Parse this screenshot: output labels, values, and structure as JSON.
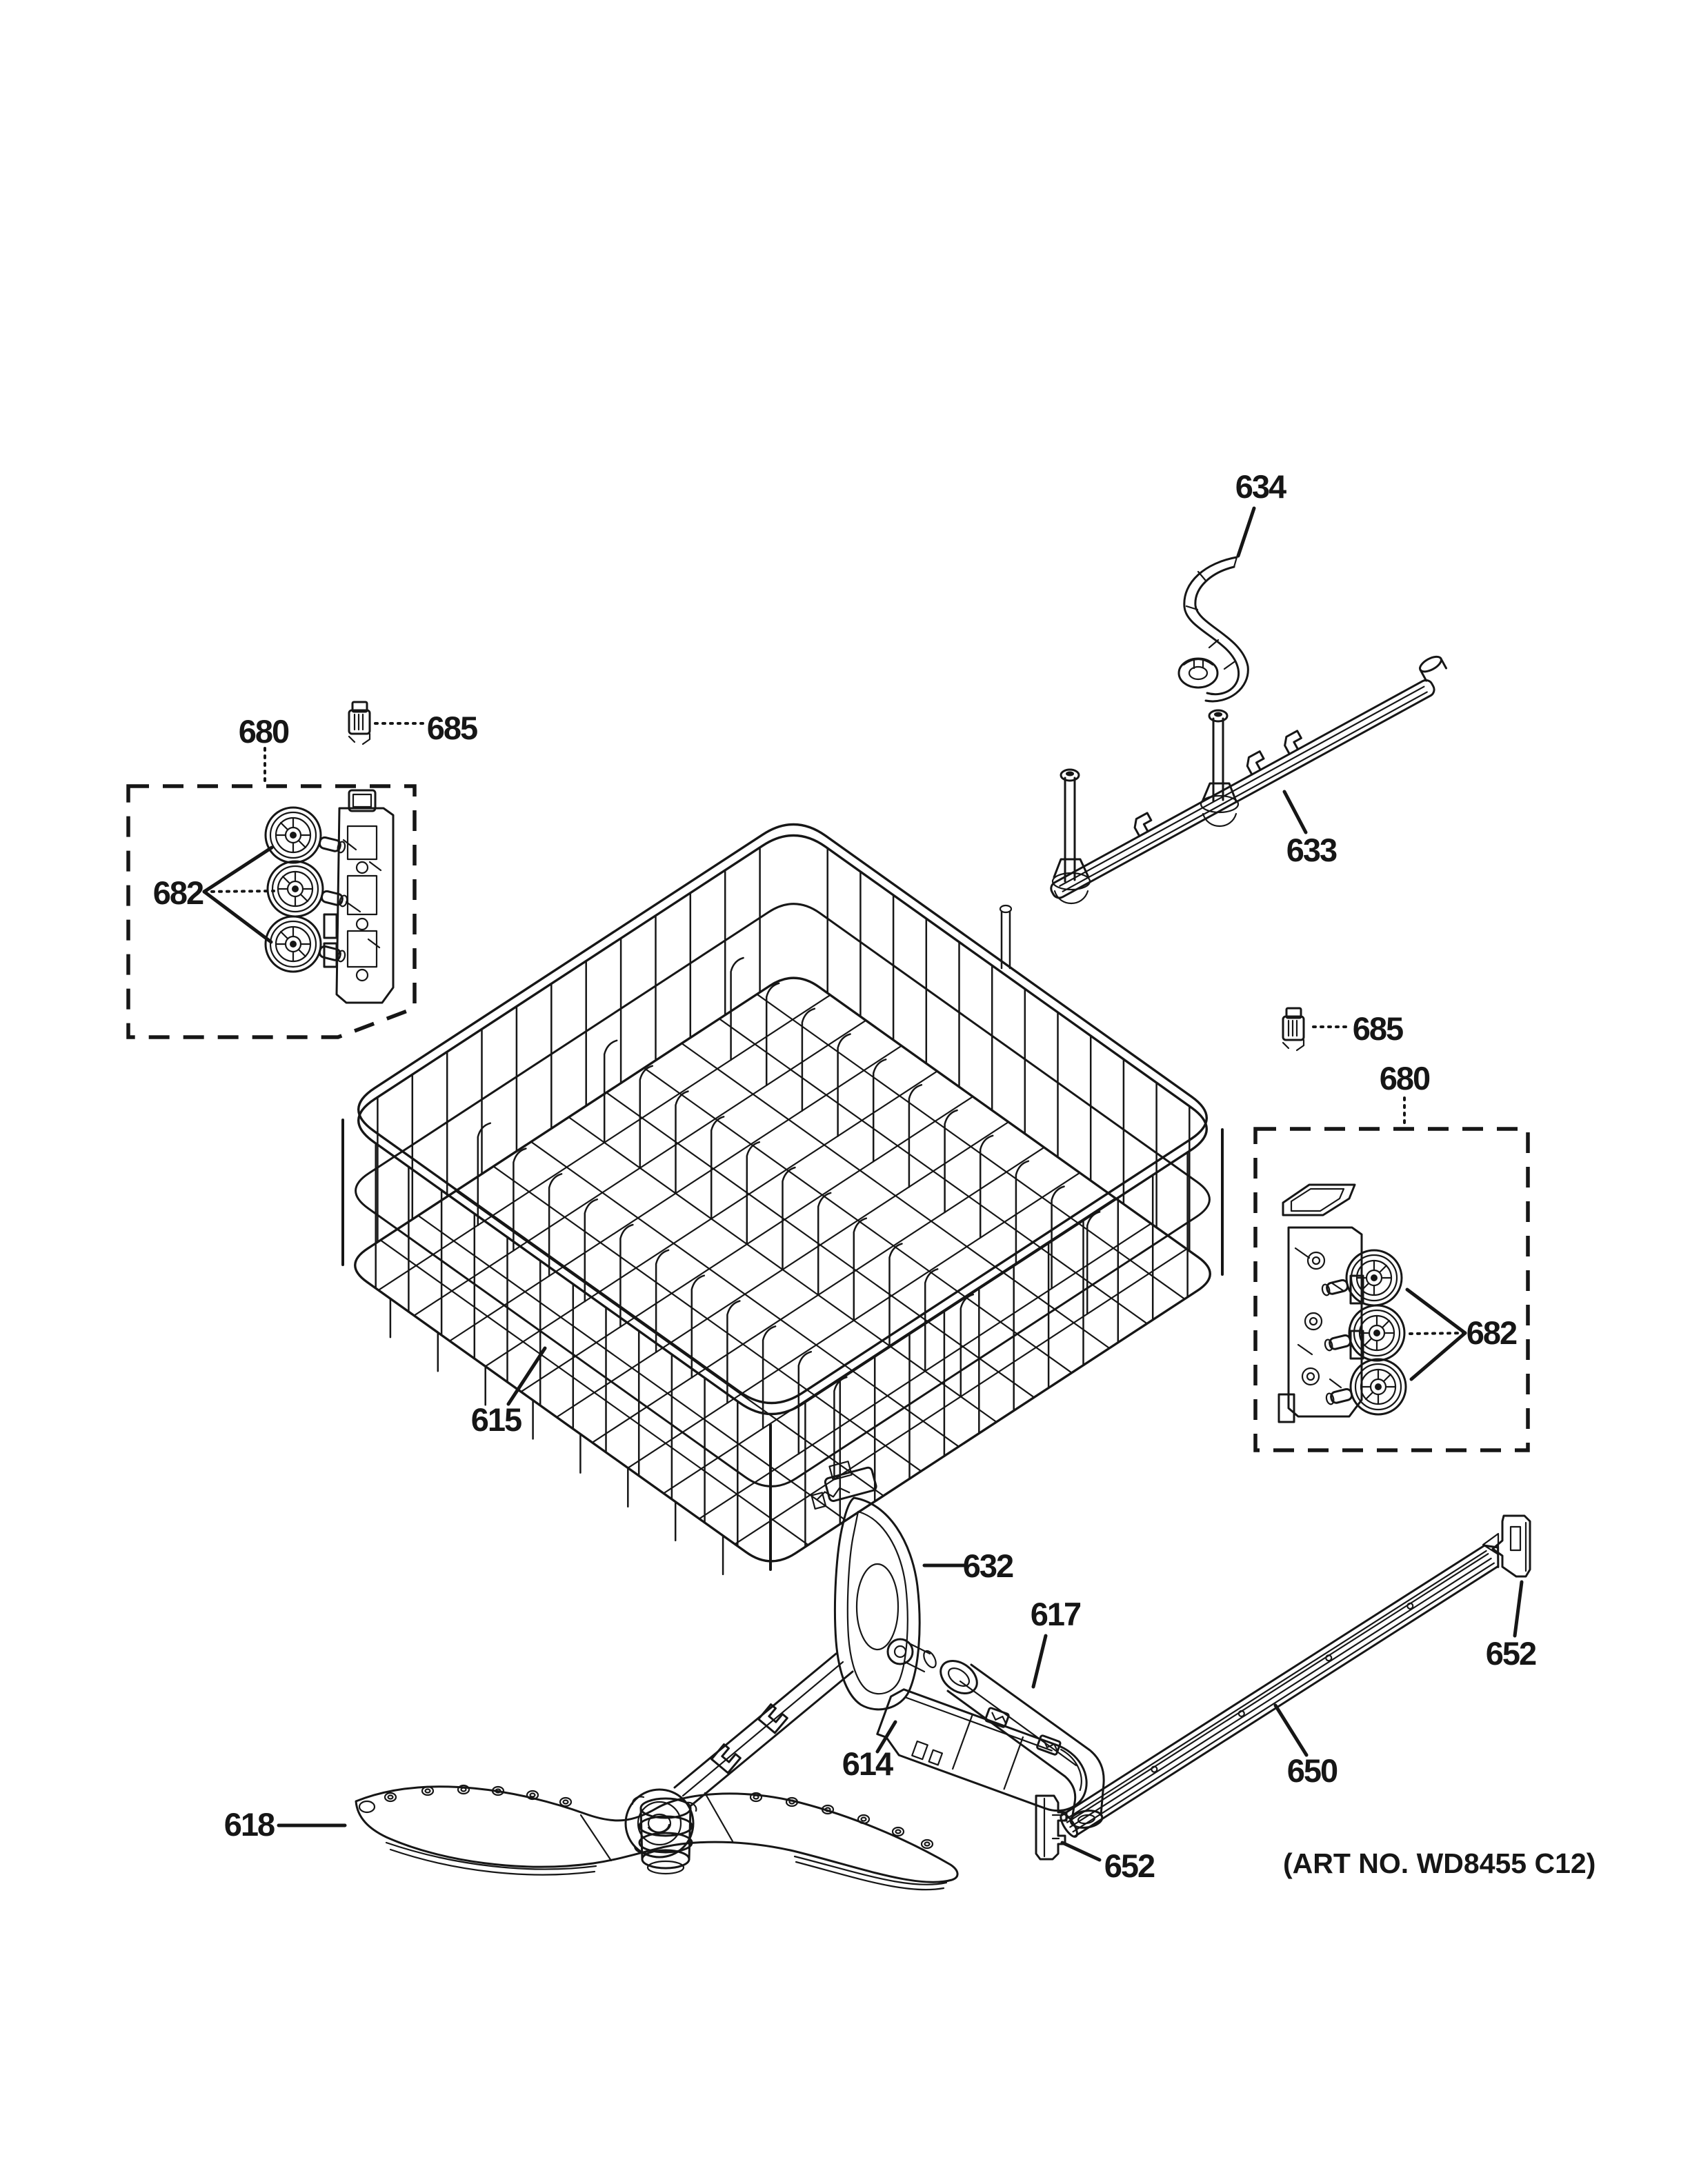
{
  "callouts": {
    "hook": "634",
    "delivery_bar": "633",
    "left_track": "680",
    "left_clip": "685",
    "left_rollers": "682",
    "right_track": "680",
    "right_clip": "685",
    "right_rollers": "682",
    "rack": "615",
    "conduit": "632",
    "elbow": "617",
    "cover": "614",
    "spray_arm": "618",
    "slide_rail": "650",
    "rail_cap_left": "652",
    "rail_cap_right": "652"
  },
  "art_no": "(ART NO. WD8455 C12)",
  "colors": {
    "ink": "#161616",
    "background": "#ffffff"
  }
}
